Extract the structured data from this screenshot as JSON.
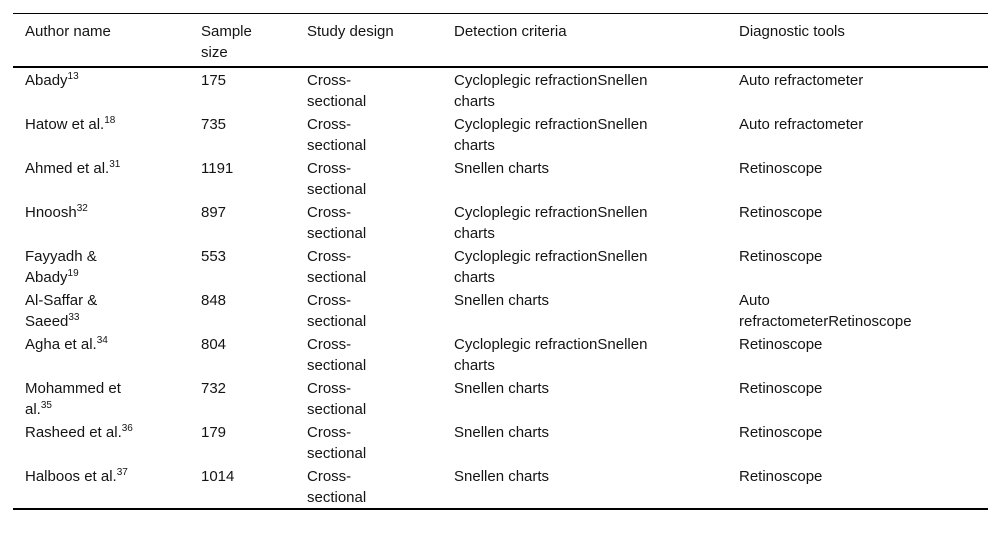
{
  "table": {
    "headers": [
      {
        "label": "Author name"
      },
      {
        "label": "Sample size"
      },
      {
        "label": "Study design"
      },
      {
        "label": "Detection criteria"
      },
      {
        "label": "Diagnostic tools"
      }
    ],
    "rows": [
      {
        "author_name": "Abady",
        "author_ref": "13",
        "sample_size": "175",
        "study_design": "Cross-sectional",
        "detection_criteria": "Cycloplegic refractionSnellen charts",
        "diagnostic_tools": "Auto refractometer"
      },
      {
        "author_name": "Hatow et al.",
        "author_ref": "18",
        "sample_size": "735",
        "study_design": "Cross-sectional",
        "detection_criteria": "Cycloplegic refractionSnellen charts",
        "diagnostic_tools": "Auto refractometer"
      },
      {
        "author_name": "Ahmed et al.",
        "author_ref": "31",
        "sample_size": "1191",
        "study_design": "Cross-sectional",
        "detection_criteria": "Snellen charts",
        "diagnostic_tools": "Retinoscope"
      },
      {
        "author_name": "Hnoosh",
        "author_ref": "32",
        "sample_size": "897",
        "study_design": "Cross-sectional",
        "detection_criteria": "Cycloplegic refractionSnellen charts",
        "diagnostic_tools": "Retinoscope"
      },
      {
        "author_name": "Fayyadh & Abady",
        "author_ref": "19",
        "sample_size": "553",
        "study_design": "Cross-sectional",
        "detection_criteria": "Cycloplegic refractionSnellen charts",
        "diagnostic_tools": "Retinoscope"
      },
      {
        "author_name": "Al-Saffar & Saeed",
        "author_ref": "33",
        "sample_size": "848",
        "study_design": "Cross-sectional",
        "detection_criteria": "Snellen charts",
        "diagnostic_tools": "Auto refractometerRetinoscope"
      },
      {
        "author_name": "Agha et al.",
        "author_ref": "34",
        "sample_size": "804",
        "study_design": "Cross-sectional",
        "detection_criteria": "Cycloplegic refractionSnellen charts",
        "diagnostic_tools": "Retinoscope"
      },
      {
        "author_name": "Mohammed et al.",
        "author_ref": "35",
        "sample_size": "732",
        "study_design": "Cross-sectional",
        "detection_criteria": "Snellen charts",
        "diagnostic_tools": "Retinoscope"
      },
      {
        "author_name": "Rasheed et al.",
        "author_ref": "36",
        "sample_size": "179",
        "study_design": "Cross-sectional",
        "detection_criteria": "Snellen charts",
        "diagnostic_tools": "Retinoscope"
      },
      {
        "author_name": "Halboos et al.",
        "author_ref": "37",
        "sample_size": "1014",
        "study_design": "Cross-sectional",
        "detection_criteria": "Snellen charts",
        "diagnostic_tools": "Retinoscope"
      }
    ]
  }
}
